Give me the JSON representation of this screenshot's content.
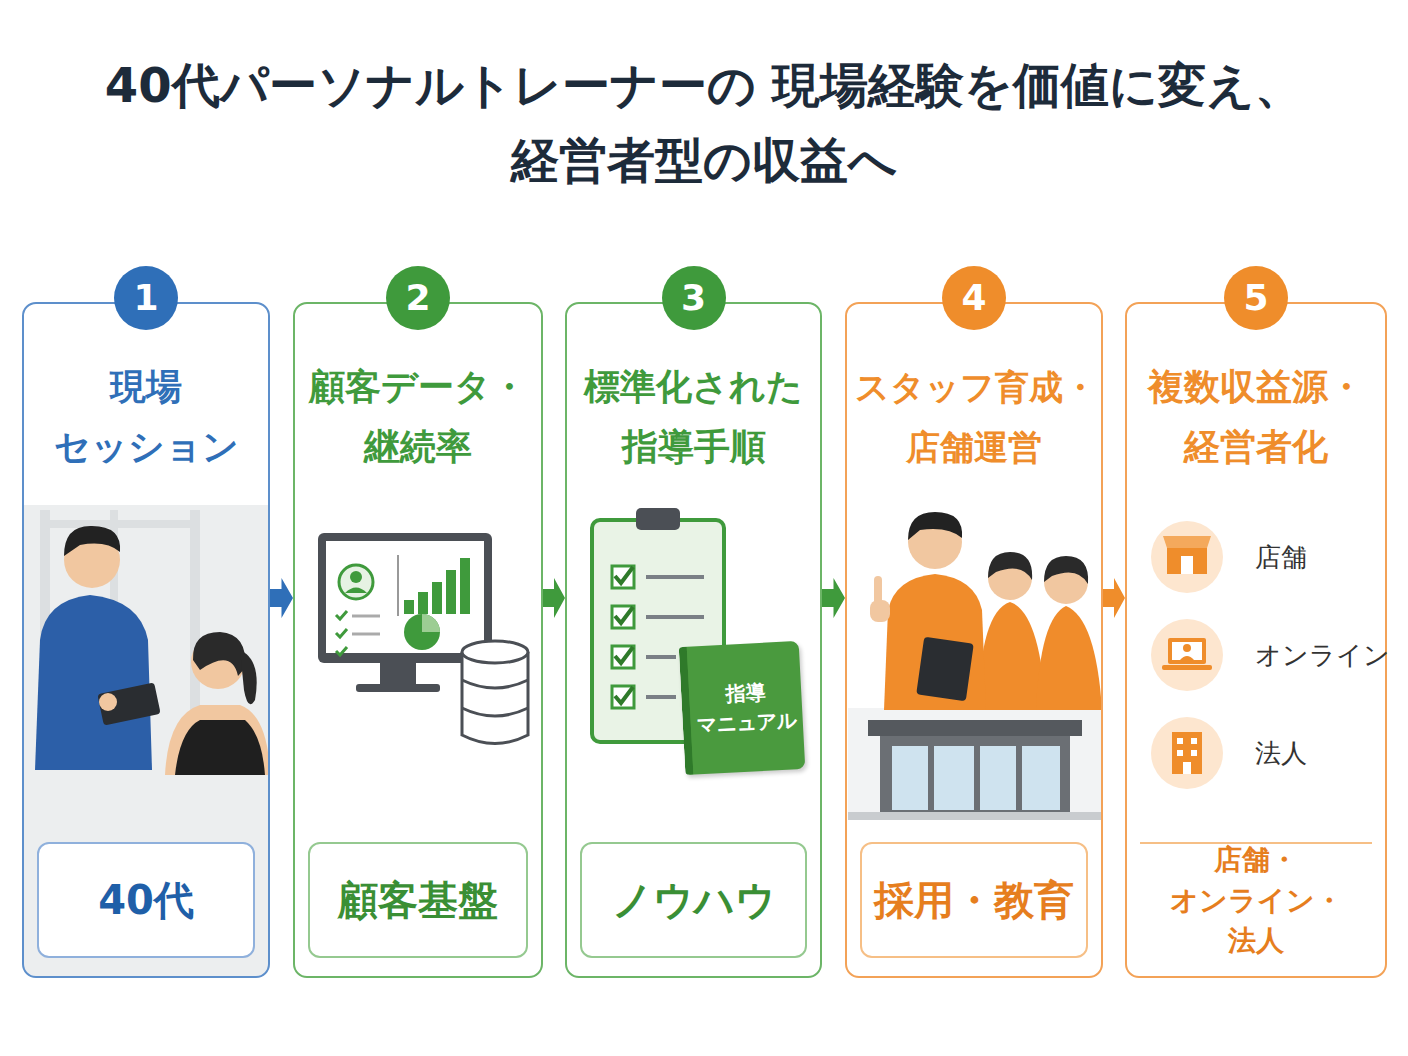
{
  "diagram": {
    "title": "40代パーソナルトレーナーの 現場経験を価値に変え、経営者型の収益へ",
    "nodes": [
      {
        "text": [
          "現場 セッション"
        ]
      },
      {
        "text": [
          "1"
        ],
        "in": 0
      },
      {
        "text": [
          "40代"
        ],
        "in": 0
      },
      {
        "text": [
          "顧客データ・ 継続率"
        ]
      },
      {
        "text": [
          "2"
        ],
        "in": 3
      },
      {
        "text": [
          "顧客基盤"
        ],
        "in": 3
      },
      {
        "text": [
          "標準化された 指導手順"
        ]
      },
      {
        "text": [
          "3"
        ],
        "in": 6
      },
      {
        "text": [
          "指導 マニュアル"
        ],
        "in": 6
      },
      {
        "text": [
          "ノウハウ"
        ],
        "in": 6
      },
      {
        "text": [
          "スタッフ育成・ 店舗運営"
        ]
      },
      {
        "text": [
          "4"
        ],
        "in": 10
      },
      {
        "text": [
          "採用・教育"
        ],
        "in": 10
      },
      {
        "text": [
          "複数収益源・ 経営者化"
        ]
      },
      {
        "text": [
          "5"
        ],
        "in": 13
      },
      {
        "text": [
          "店舗・オンライン・ 法人"
        ],
        "in": 13
      }
    ],
    "edges": [
      {
        "from": 0,
        "to": 3,
        "arrow": "to"
      },
      {
        "from": 3,
        "to": 6,
        "arrow": "to"
      },
      {
        "from": 6,
        "to": 10,
        "arrow": "to"
      },
      {
        "from": 10,
        "to": 13,
        "arrow": "to"
      }
    ],
    "labels": [
      "店舗",
      "オンライン",
      "法人"
    ]
  }
}
